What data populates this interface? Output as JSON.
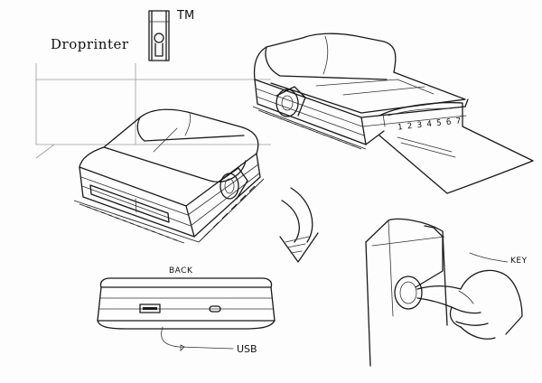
{
  "brand": {
    "name": "Droprinter",
    "trademark": "TM"
  },
  "annotations": {
    "back": "BACK",
    "usb": "USB",
    "key": "KEY",
    "paper_digits": "1 2 3 4 5 6 7"
  },
  "colors": {
    "ink": "#1a1a1a",
    "paper": "#fdfdfd"
  }
}
